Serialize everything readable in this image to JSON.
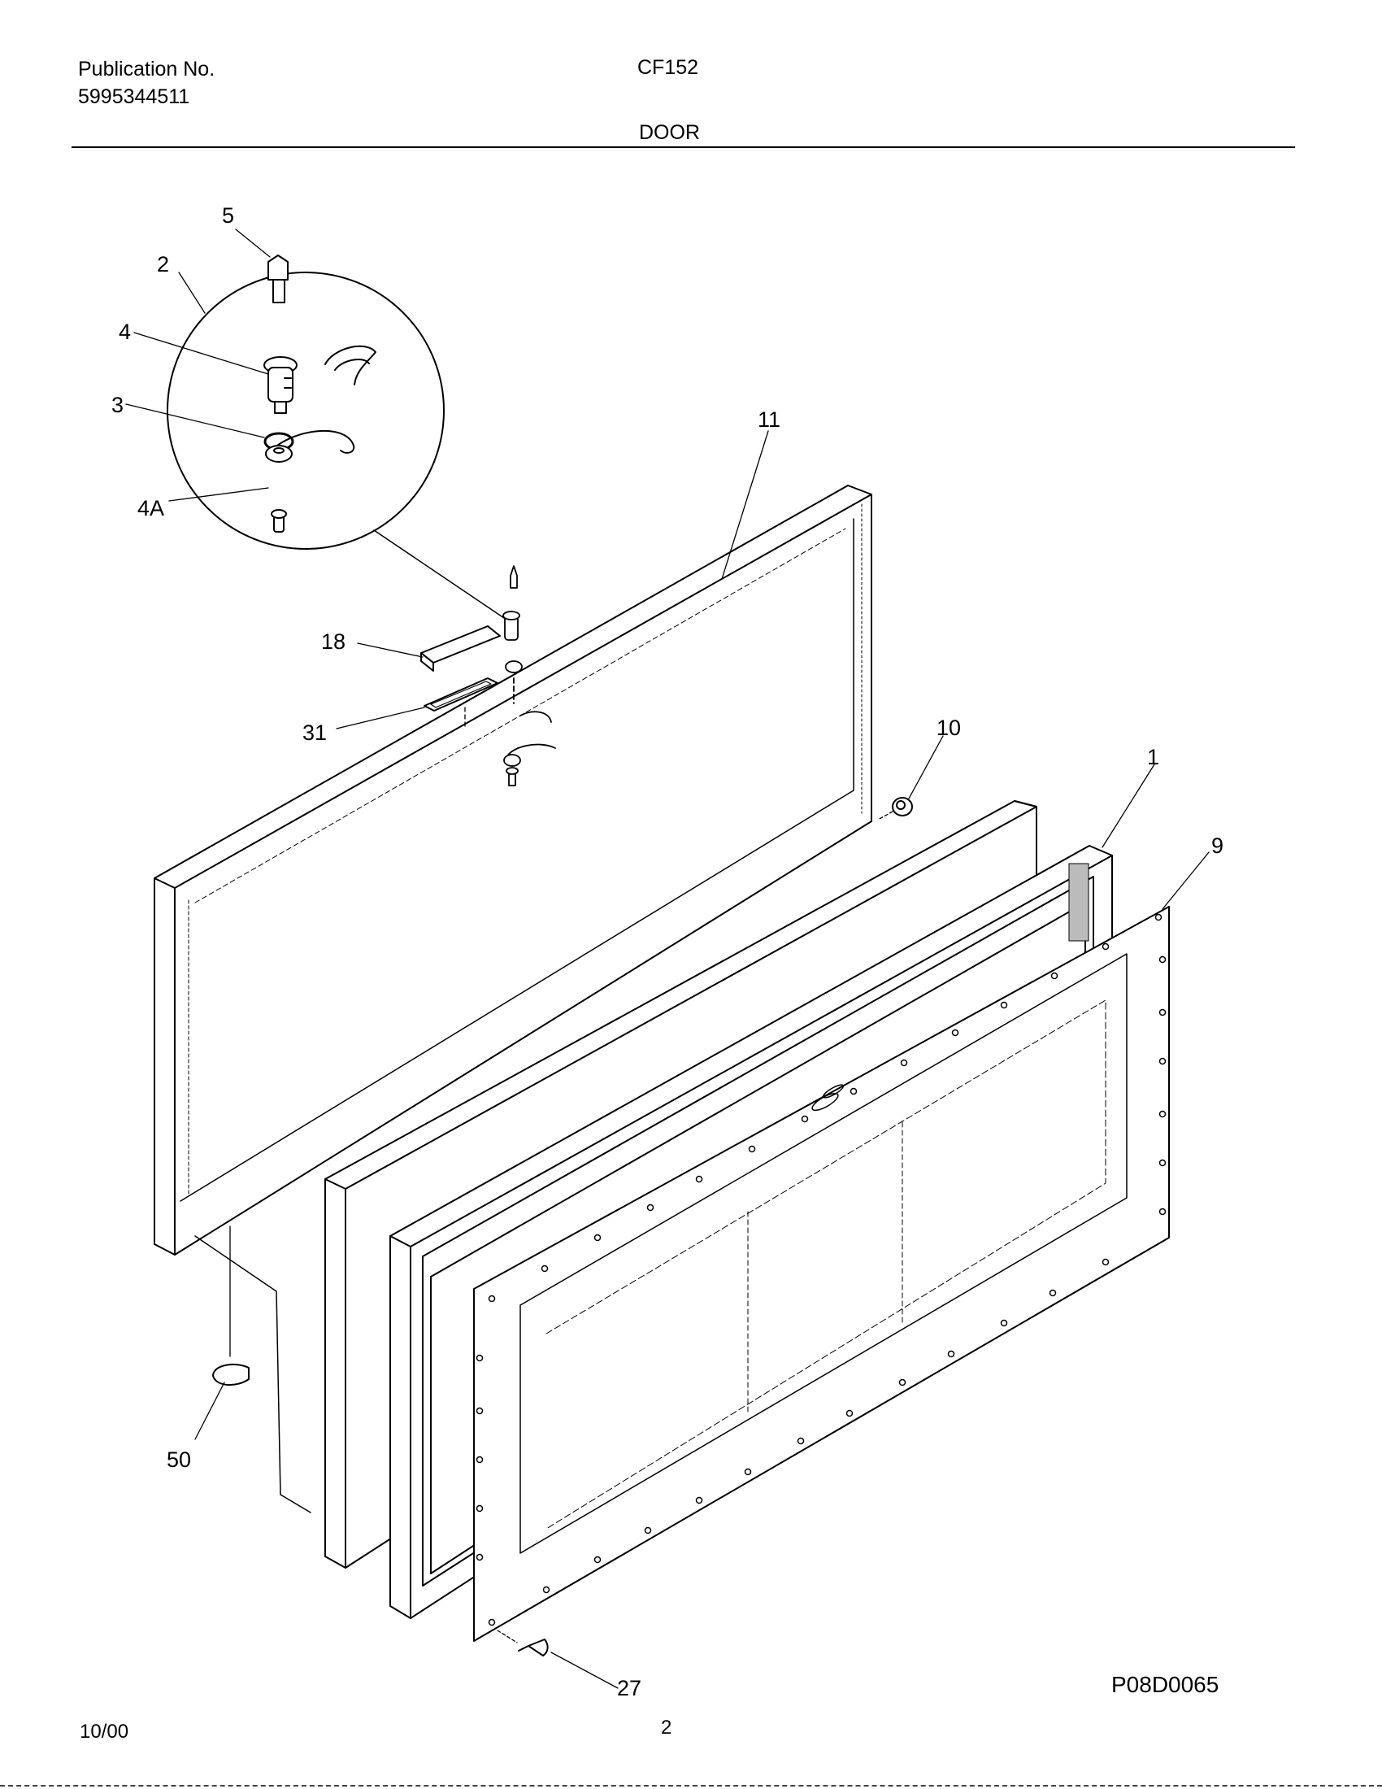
{
  "header": {
    "publication_label": "Publication No.",
    "publication_number": "5995344511",
    "model": "CF152",
    "section": "DOOR"
  },
  "diagram": {
    "id": "P08D0065",
    "callouts": {
      "c5": "5",
      "c2": "2",
      "c4": "4",
      "c3": "3",
      "c4a": "4A",
      "c11": "11",
      "c18": "18",
      "c31": "31",
      "c10": "10",
      "c1": "1",
      "c9": "9",
      "c50": "50",
      "c27": "27"
    }
  },
  "footer": {
    "date": "10/00",
    "page": "2"
  }
}
